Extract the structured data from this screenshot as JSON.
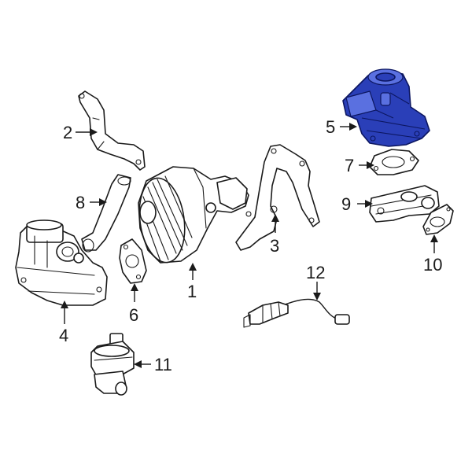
{
  "highlight_color": "#2a3fb8",
  "callouts": {
    "c1": "1",
    "c2": "2",
    "c3": "3",
    "c4": "4",
    "c5": "5",
    "c6": "6",
    "c7": "7",
    "c8": "8",
    "c9": "9",
    "c10": "10",
    "c11": "11",
    "c12": "12"
  }
}
